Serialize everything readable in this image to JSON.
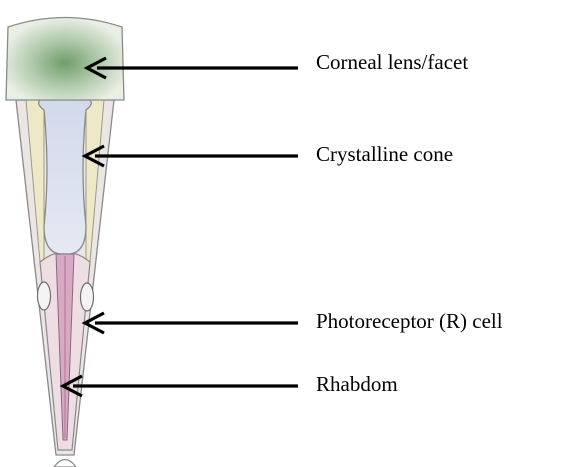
{
  "labels": {
    "corneal_lens": "Corneal lens/facet",
    "crystalline_cone": "Crystalline cone",
    "photoreceptor": "Photoreceptor (R) cell",
    "rhabdom": "Rhabdom"
  },
  "colors": {
    "cornea": "#e9efe4",
    "cornea_center": "#6f9f6a",
    "cone": "#dde3ef",
    "pigment_cell": "#ede8c6",
    "photoreceptor": "#efdde4",
    "rhabdom": "#d9a9c4",
    "outline": "#8a8a8a",
    "arrow": "#000000"
  }
}
